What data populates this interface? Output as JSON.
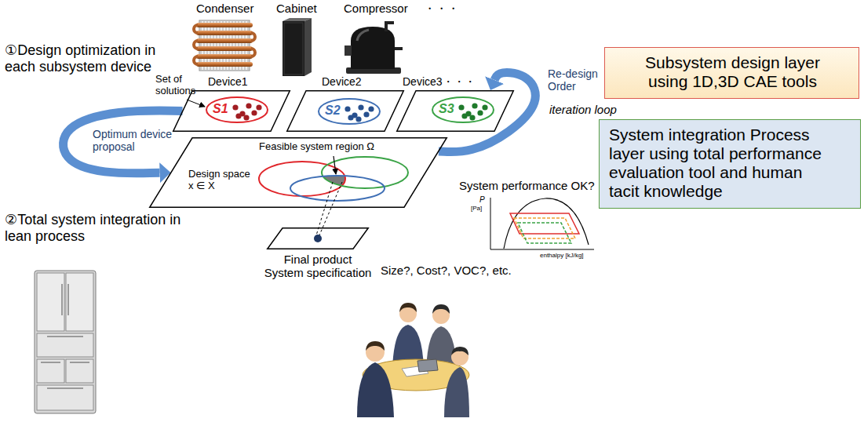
{
  "diagram": {
    "nodes": [
      {
        "text": [
          "Device1"
        ]
      },
      {
        "text": [
          "S1"
        ],
        "in": 0
      },
      {
        "text": [
          "Device2"
        ]
      },
      {
        "text": [
          "S2"
        ],
        "in": 2
      },
      {
        "text": [
          "Device3・・・"
        ]
      },
      {
        "text": [
          "S3"
        ],
        "in": 4
      },
      {
        "text": [
          "Design space x ∈ X"
        ]
      },
      {
        "text": [
          "Final product System specification"
        ]
      },
      {
        "text": [
          "Subsystem design layer using 1D,3D CAE tools"
        ]
      },
      {
        "text": [
          "System integration Process layer using total performance evaluation tool and human tacit knowledge"
        ]
      }
    ],
    "edges": [
      {
        "from": 0,
        "to": 6,
        "arrow": "to",
        "label": "Optimum device proposal"
      },
      {
        "from": 6,
        "to": 4,
        "arrow": "to",
        "label": "Re-design Order"
      }
    ],
    "labels": [
      "Condenser",
      "Cabinet",
      "Compressor",
      "・・・",
      "①Design optimization in each subsystem device",
      "Set of solutions",
      "iteration loop",
      "Feasible system region Ω",
      "System performance OK?",
      "P",
      "[Pa]",
      "enthalpy [kJ/kg]",
      "②Total system integration in lean process",
      "Size?, Cost?, VOC?, etc."
    ]
  }
}
